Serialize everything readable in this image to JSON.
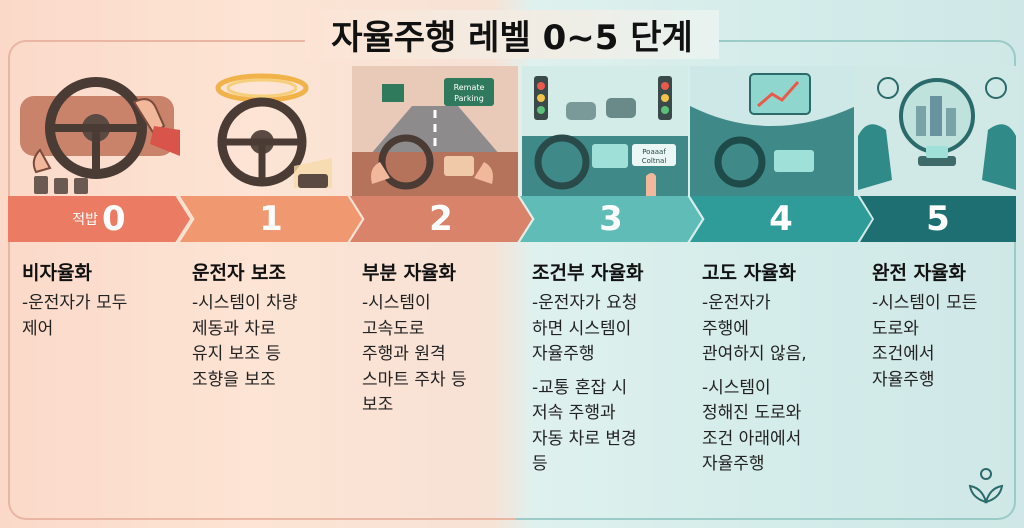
{
  "title": "자율주행 레벨 0~5 단계",
  "levels": [
    {
      "num": "0",
      "prefix": "적밥",
      "name": "비자율화",
      "desc": [
        "-운전자가 모두\n제어"
      ],
      "color": "#ec7b63"
    },
    {
      "num": "1",
      "prefix": "",
      "name": "운전자 보조",
      "desc": [
        "-시스템이 차량\n제동과 차로\n유지 보조 등\n조향을 보조"
      ],
      "color": "#f0986f"
    },
    {
      "num": "2",
      "prefix": "",
      "name": "부분 자율화",
      "desc": [
        "-시스템이\n고속도로\n주행과 원격\n스마트 주차 등\n보조"
      ],
      "color": "#d9836b"
    },
    {
      "num": "3",
      "prefix": "",
      "name": "조건부 자율화",
      "desc": [
        "-운전자가 요청\n하면 시스템이\n자율주행",
        "-교통 혼잡 시\n저속 주행과\n자동 차로 변경\n등"
      ],
      "color": "#5fbcb6"
    },
    {
      "num": "4",
      "prefix": "",
      "name": "고도 자율화",
      "desc": [
        "-운전자가\n주행에\n관여하지 않음,",
        "-시스템이\n정해진 도로와\n조건 아래에서\n자율주행"
      ],
      "color": "#2f9c9a"
    },
    {
      "num": "5",
      "prefix": "",
      "name": "완전 자율화",
      "desc": [
        "-시스템이 모든\n도로와\n조건에서\n자율주행"
      ],
      "color": "#1e6f71"
    }
  ],
  "illustrations": {
    "sign_remote": [
      "Remate",
      "Parking"
    ],
    "screen_label": [
      "Poaaaf",
      "Coltnal"
    ]
  }
}
